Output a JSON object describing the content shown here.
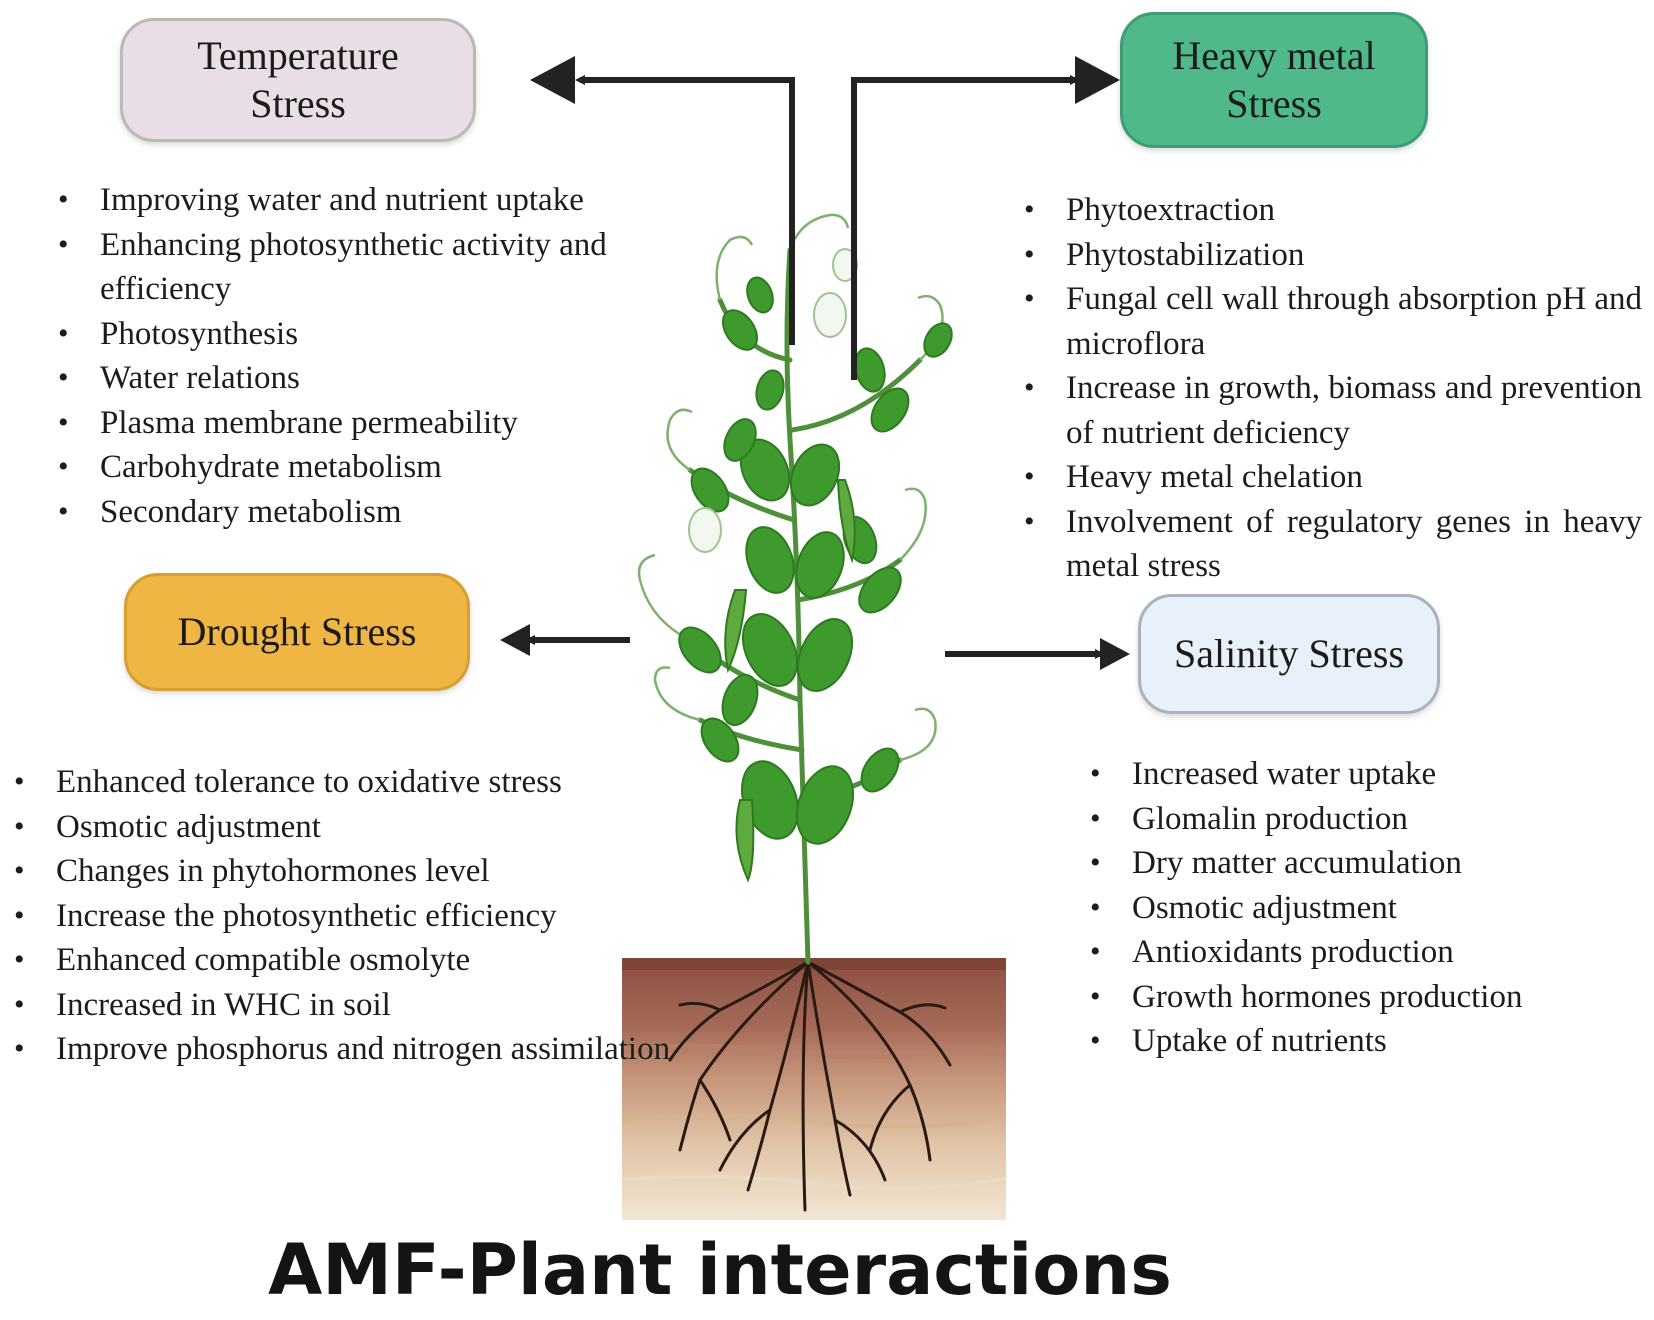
{
  "boxes": {
    "temperature": [
      "Temperature",
      "Stress"
    ],
    "heavy_metal": [
      "Heavy metal",
      "Stress"
    ],
    "drought": [
      "Drought Stress"
    ],
    "salinity": [
      "Salinity Stress"
    ]
  },
  "lists": {
    "temperature": [
      "Improving water and nutrient uptake",
      "Enhancing photosynthetic activity and efficiency",
      "Photosynthesis",
      "Water relations",
      "Plasma membrane permeability",
      "Carbohydrate metabolism",
      "Secondary metabolism"
    ],
    "heavy_metal": [
      "Phytoextraction",
      "Phytostabilization",
      "Fungal cell wall through absorption pH and microflora",
      "Increase in growth, biomass and prevention of nutrient deficiency",
      "Heavy metal chelation",
      "Involvement of regulatory genes in heavy metal stress"
    ],
    "drought": [
      "Enhanced tolerance to oxidative stress",
      "Osmotic adjustment",
      "Changes in phytohormones level",
      "Increase the photosynthetic efficiency",
      "Enhanced compatible osmolyte",
      "Increased in WHC in soil",
      "Improve phosphorus and nitrogen assimilation"
    ],
    "salinity": [
      "Increased water uptake",
      "Glomalin production",
      "Dry matter accumulation",
      "Osmotic adjustment",
      "Antioxidants production",
      "Growth hormones production",
      "Uptake of nutrients"
    ]
  },
  "title": "AMF-Plant interactions",
  "colors": {
    "temperature_box": "#e9dde6",
    "heavy_metal_box": "#4fb989",
    "drought_box": "#f0b643",
    "salinity_box": "#e8f0f9",
    "leaf": "#3f9a2e",
    "soil_top": "#9a5c4a",
    "soil_bottom": "#e9d6bd"
  }
}
